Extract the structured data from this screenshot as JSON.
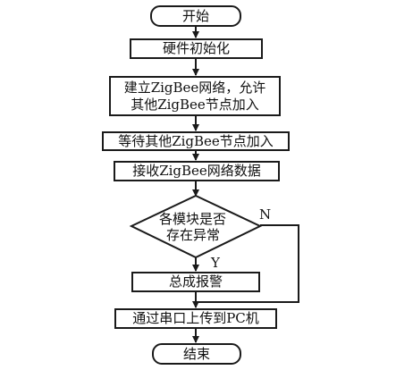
{
  "flowchart": {
    "start": "开始",
    "hw_init": "硬件初始化",
    "build_line1": "建立ZigBee网络，允许",
    "build_line2": "其他ZigBee节点加入",
    "wait_nodes": "等待其他ZigBee节点加入",
    "receive_data": "接收ZigBee网络数据",
    "decision_line1": "各模块是否",
    "decision_line2": "存在异常",
    "label_no": "N",
    "label_yes": "Y",
    "alarm": "总成报警",
    "upload": "通过串口上传到PC机",
    "end": "结束"
  },
  "colors": {
    "stroke": "#1a1a1a",
    "fill": "#ffffff",
    "text": "#111111"
  }
}
